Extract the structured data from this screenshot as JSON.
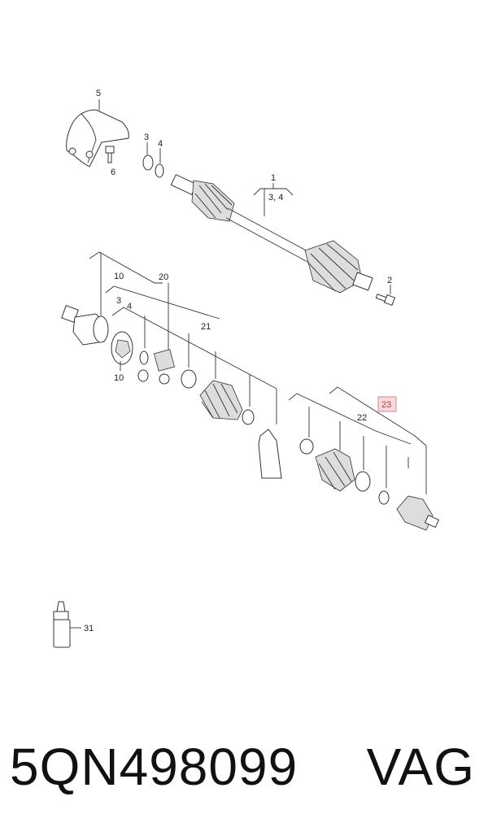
{
  "diagram": {
    "callouts": [
      {
        "id": "c1",
        "label": "1"
      },
      {
        "id": "c1sub",
        "label": "3, 4"
      },
      {
        "id": "c2",
        "label": "2"
      },
      {
        "id": "c3a",
        "label": "3"
      },
      {
        "id": "c4a",
        "label": "4"
      },
      {
        "id": "c5",
        "label": "5"
      },
      {
        "id": "c6",
        "label": "6"
      },
      {
        "id": "c10a",
        "label": "10"
      },
      {
        "id": "c20",
        "label": "20"
      },
      {
        "id": "c3b",
        "label": "3"
      },
      {
        "id": "c4b",
        "label": "4"
      },
      {
        "id": "c21",
        "label": "21"
      },
      {
        "id": "c10b",
        "label": "10"
      },
      {
        "id": "c23",
        "label": "23"
      },
      {
        "id": "c22",
        "label": "22"
      },
      {
        "id": "c31",
        "label": "31"
      }
    ],
    "highlight_color": "#c0393b"
  },
  "footer": {
    "part_number": "5QN498099",
    "brand": "VAG"
  }
}
